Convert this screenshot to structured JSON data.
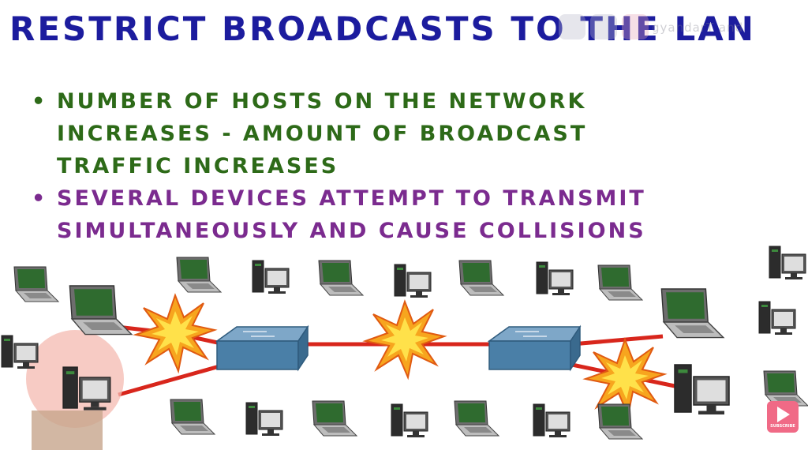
{
  "title": "Restrict Broadcasts to the LAN",
  "bullets": [
    {
      "text": "Number of hosts on the network increases - amount of broadcast traffic increases",
      "color": "#2d6a18"
    },
    {
      "text": "Several devices attempt to transmit simultaneously and cause collisions",
      "color": "#7b2b8f"
    }
  ],
  "watermark": {
    "text": "gyandarT and"
  },
  "colors": {
    "title": "#1c1c9e",
    "link": "#d8261c",
    "switch": "#4a7fa7",
    "burst_outer": "#f7a51e",
    "burst_inner": "#ffe14a",
    "screen": "#2f6b2f"
  },
  "diagram": {
    "nodes": [
      "laptop",
      "laptop",
      "desktop",
      "laptop",
      "laptop",
      "desktop",
      "laptop",
      "laptop",
      "desktop",
      "laptop",
      "laptop",
      "desktop",
      "laptop",
      "laptop",
      "desktop",
      "laptop",
      "desktop",
      "laptop",
      "laptop",
      "desktop",
      "laptop",
      "laptop",
      "desktop",
      "laptop",
      "laptop",
      "desktop"
    ],
    "switches": [
      "switch",
      "switch"
    ],
    "collisions": 3
  },
  "subscribe": {
    "label": "SUBSCRIBE",
    "icon": "play-icon"
  },
  "presenter": {
    "icon": "presenter-avatar"
  }
}
